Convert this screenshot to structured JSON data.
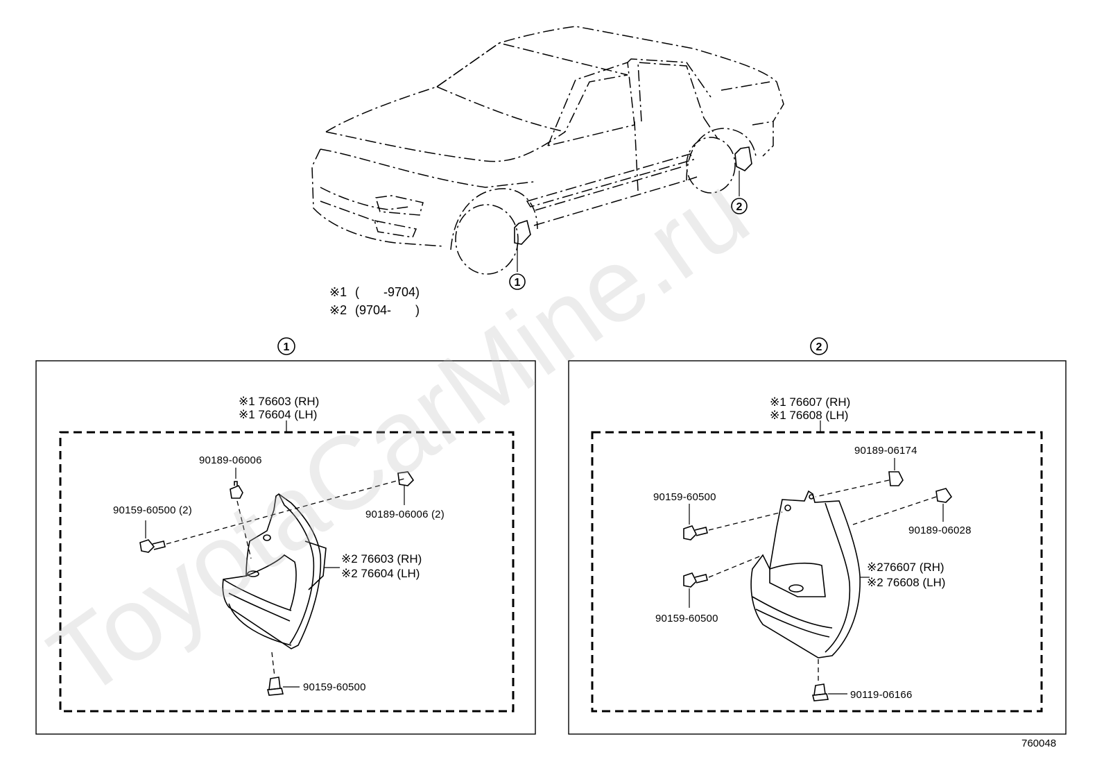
{
  "notes": {
    "note1_mark": "※1",
    "note1_range": "(       -9704)",
    "note2_mark": "※2",
    "note2_range": "(9704-       )"
  },
  "callouts": {
    "one": "①",
    "two": "②"
  },
  "panel_left": {
    "title_mark": "①",
    "top_line1": "※1 76603 (RH)",
    "top_line2": "※1 76604 (LH)",
    "clip_top": "90189-06006",
    "screw_left": "90159-60500 (2)",
    "clip_right": "90189-06006 (2)",
    "side_line1": "※2 76603 (RH)",
    "side_line2": "※2 76604 (LH)",
    "screw_bottom": "90159-60500"
  },
  "panel_right": {
    "title_mark": "②",
    "top_line1": "※1  76607 (RH)",
    "top_line2": "※1  76608 (LH)",
    "clip_top": "90189-06174",
    "screw_left_upper": "90159-60500",
    "clip_right": "90189-06028",
    "side_line1": "※276607 (RH)",
    "side_line2": "※2 76608 (LH)",
    "screw_left_lower": "90159-60500",
    "screw_bottom": "90119-06166"
  },
  "ref_number": "760048",
  "watermark": "ToyotaCarMine.ru"
}
